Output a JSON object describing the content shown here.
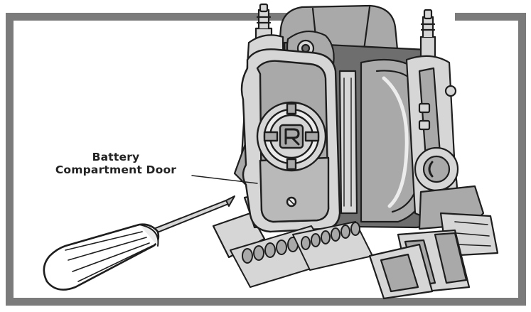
{
  "callout": {
    "line1": "Battery",
    "line2": "Compartment Door"
  },
  "colors": {
    "frame": "#7b7b7b",
    "light_part": "#d6d6d6",
    "mid_part": "#a9a9a9",
    "dark_part": "#6e6e6e",
    "outline": "#1e1e1e"
  },
  "icons": [
    "robot-stand-illustration",
    "screwdriver-icon",
    "battery-door-emblem-r"
  ]
}
